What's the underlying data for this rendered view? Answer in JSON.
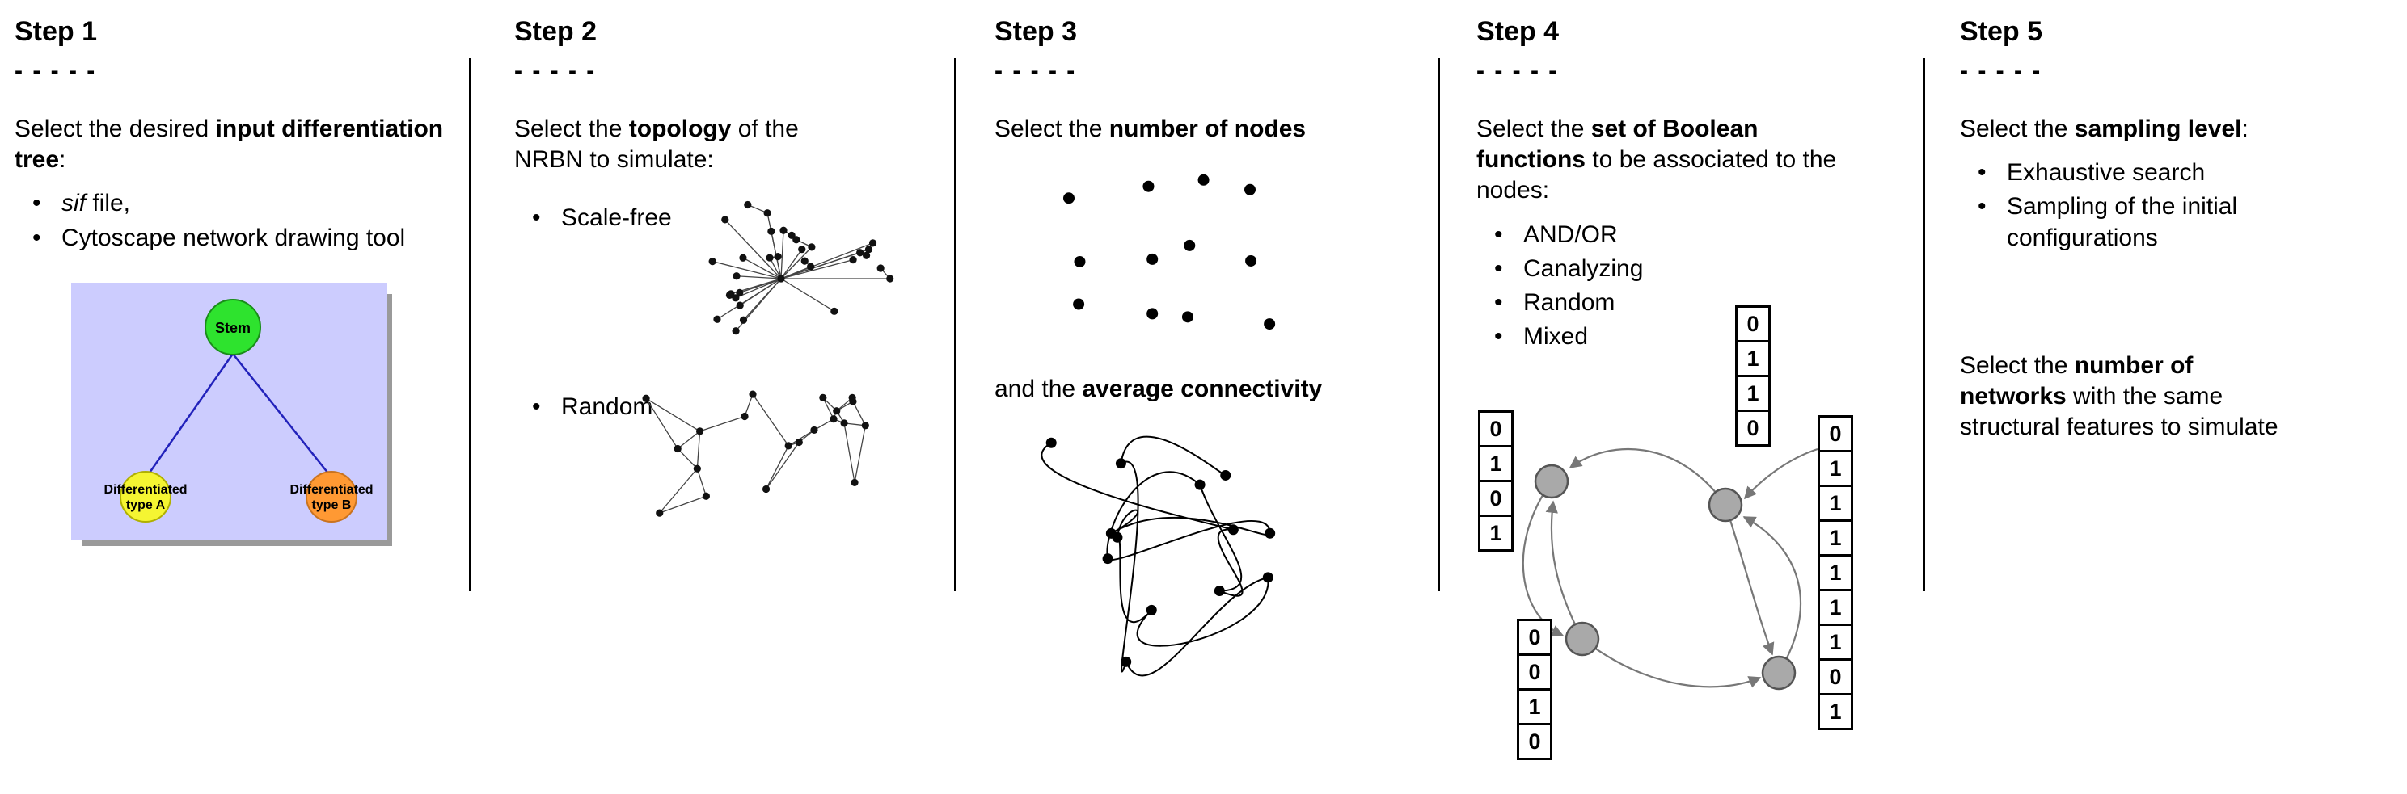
{
  "figure": {
    "steps": [
      {
        "title": "Step 1",
        "dashes": "- - - - -",
        "intro": [
          {
            "t": "Select the desired "
          },
          {
            "t": "input differentiation tree",
            "b": true
          },
          {
            "t": ":"
          }
        ],
        "bullets": [
          [
            {
              "t": "sif",
              "i": true
            },
            {
              "t": " file,"
            }
          ],
          [
            {
              "t": "Cytoscape network drawing tool"
            }
          ]
        ],
        "tree": {
          "stem": "Stem",
          "a_line1": "Differentiated",
          "a_line2": "type A",
          "b_line1": "Differentiated",
          "b_line2": "type B"
        }
      },
      {
        "title": "Step 2",
        "dashes": "- - - - -",
        "intro": [
          {
            "t": "Select the "
          },
          {
            "t": "topology",
            "b": true
          },
          {
            "t": " of the NRBN to simulate:"
          }
        ],
        "bullets": [
          [
            {
              "t": "Scale-free"
            }
          ],
          [
            {
              "t": "Random"
            }
          ]
        ]
      },
      {
        "title": "Step 3",
        "dashes": "- - - - -",
        "intro": [
          {
            "t": "Select the "
          },
          {
            "t": "number of nodes",
            "b": true
          }
        ],
        "mid": [
          {
            "t": "and the "
          },
          {
            "t": "average connectivity",
            "b": true
          }
        ]
      },
      {
        "title": "Step 4",
        "dashes": "- - - - -",
        "intro": [
          {
            "t": "Select the "
          },
          {
            "t": "set of Boolean functions",
            "b": true
          },
          {
            "t": " to be associated to the nodes:"
          }
        ],
        "bullets": [
          [
            {
              "t": "AND/OR"
            }
          ],
          [
            {
              "t": "Canalyzing"
            }
          ],
          [
            {
              "t": "Random"
            }
          ],
          [
            {
              "t": "Mixed"
            }
          ]
        ],
        "truth_columns": {
          "top": [
            "0",
            "1",
            "1",
            "0"
          ],
          "left": [
            "0",
            "1",
            "0",
            "1"
          ],
          "bottom_left": [
            "0",
            "0",
            "1",
            "0"
          ],
          "right": [
            "0",
            "1",
            "1",
            "1",
            "1",
            "1",
            "1",
            "0",
            "1"
          ]
        }
      },
      {
        "title": "Step 5",
        "dashes": "- - - - -",
        "intro": [
          {
            "t": "Select the "
          },
          {
            "t": "sampling level",
            "b": true
          },
          {
            "t": ":"
          }
        ],
        "bullets": [
          [
            {
              "t": "Exhaustive search"
            }
          ],
          [
            {
              "t": "Sampling of the initial configurations"
            }
          ]
        ],
        "second": [
          {
            "t": "Select the "
          },
          {
            "t": "number of",
            "b": true
          },
          {
            "br": true
          },
          {
            "t": "networks",
            "b": true
          },
          {
            "t": " with the same"
          },
          {
            "br": true
          },
          {
            "t": "structural features to simulate"
          }
        ]
      }
    ],
    "colors": {
      "stem_fill": "#2ee32e",
      "type_a_fill": "#f5f532",
      "type_b_fill": "#ff9933",
      "tree_background": "#ccccfe",
      "tree_edge": "#2222bb",
      "boolean_node_fill": "#a9a9a9"
    }
  }
}
